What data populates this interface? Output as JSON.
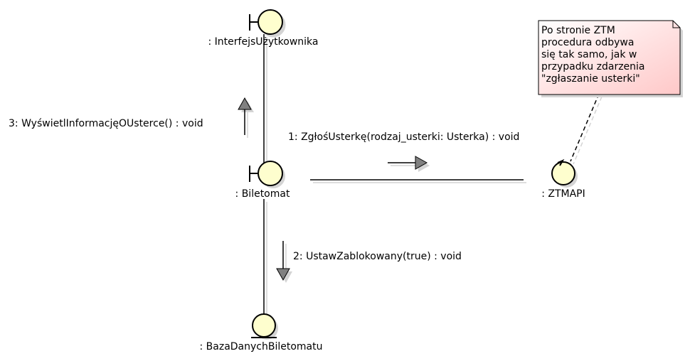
{
  "colors": {
    "element_fill": "#fefece",
    "note_fill_start": "#ffffff",
    "note_fill_end": "#ffc8c8",
    "arrowhead_fill": "#808080"
  },
  "elements": {
    "interfejs": {
      "label": ": InterfejsUżytkownika",
      "kind": "boundary"
    },
    "biletomat": {
      "label": ": Biletomat",
      "kind": "boundary"
    },
    "ztmapi": {
      "label": ": ZTMAPI",
      "kind": "control"
    },
    "baza": {
      "label": ": BazaDanychBiletomatu",
      "kind": "entity"
    }
  },
  "messages": [
    {
      "label": "1: ZgłośUsterkę(rodzaj_usterki: Usterka) : void",
      "from": "biletomat",
      "to": "ztmapi"
    },
    {
      "label": "2: UstawZablokowany(true) : void",
      "from": "biletomat",
      "to": "baza"
    },
    {
      "label": "3: WyświetlInformacjęOUsterce() : void",
      "from": "biletomat",
      "to": "interfejs"
    }
  ],
  "note": {
    "lines": [
      "Po stronie ZTM",
      "procedura odbywa",
      "się tak samo, jak w",
      "przypadku zdarzenia",
      "\"zgłaszanie usterki\""
    ]
  }
}
